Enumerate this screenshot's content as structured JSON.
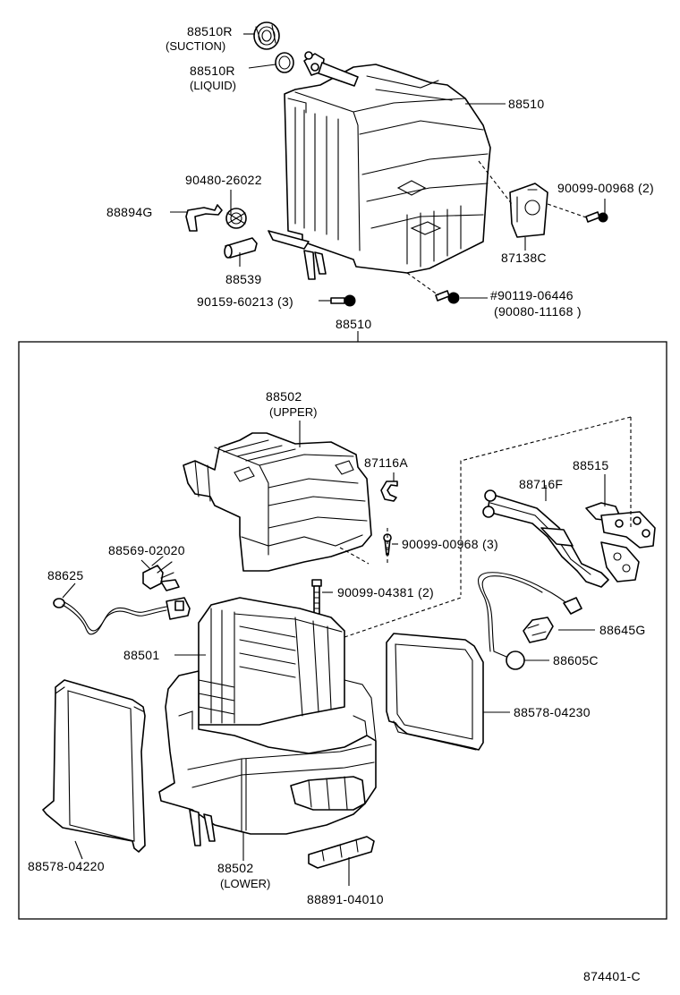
{
  "diagram_id": "874401-C",
  "labels": {
    "seal_suction": "88510R",
    "seal_suction_note": "(SUCTION)",
    "seal_liquid": "88510R",
    "seal_liquid_note": "(LIQUID)",
    "unit_top": "88510",
    "grommet_part": "90480-26022",
    "hose": "88894G",
    "drain_tube": "88539",
    "screw_left": "90159-60213 (3)",
    "screw_right_top": "90099-00968 (2)",
    "bracket": "87138C",
    "bolt_main": "#90119-06446",
    "bolt_alt": "(90080-11168 )",
    "unit_box": "88510",
    "case_upper": "88502",
    "case_upper_note": "(UPPER)",
    "clip": "87116A",
    "screw_mid": "90099-00968 (3)",
    "connector": "88569-02020",
    "sensor_harness": "88625",
    "bolt_mid": "90099-04381 (2)",
    "evaporator": "88501",
    "pipe": "88716F",
    "expansion_valve": "88515",
    "switch": "88645G",
    "thermistor": "88605C",
    "seal_right": "88578-04230",
    "seal_left": "88578-04220",
    "case_lower": "88502",
    "case_lower_note": "(LOWER)",
    "cover": "88891-04010"
  }
}
